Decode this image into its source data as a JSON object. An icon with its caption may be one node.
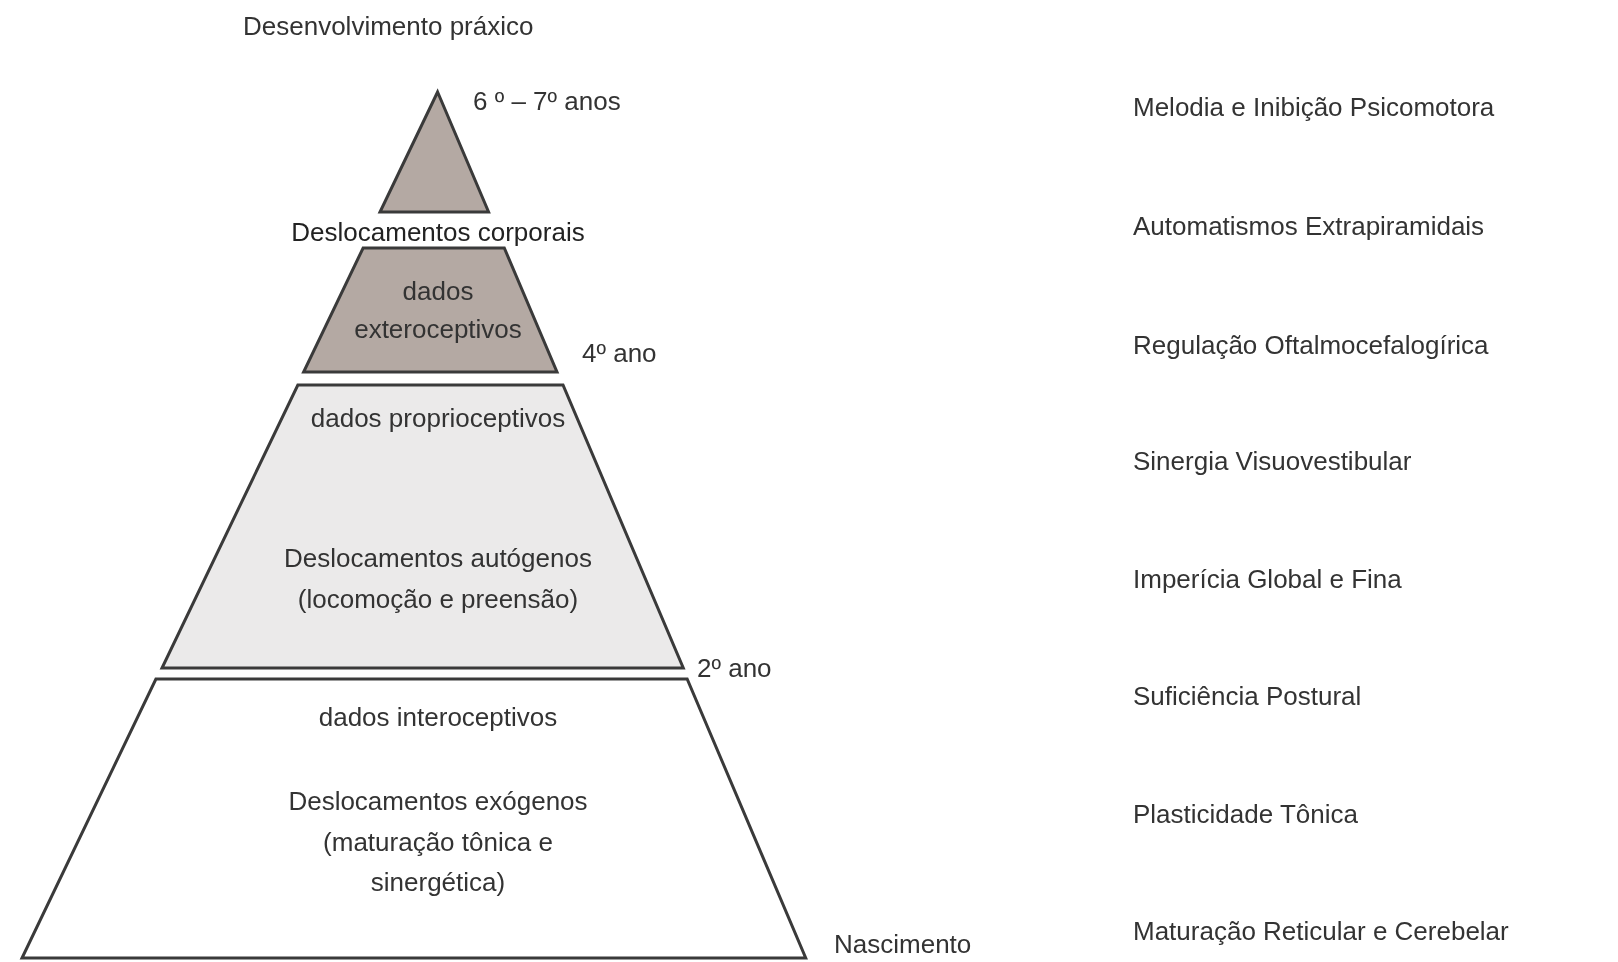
{
  "diagram": {
    "title": "Desenvolvimento práxico",
    "nodes": [
      {
        "text": [],
        "shape": "triangle",
        "beside": [
          "6 º – 7º anos"
        ]
      },
      {
        "text": [
          "Deslocamentos corporais",
          "dados exteroceptivos"
        ],
        "beside": [
          "4º ano"
        ]
      },
      {
        "text": [
          "dados proprioceptivos",
          "Deslocamentos autógenos",
          "(locomoção e preensão)"
        ],
        "beside": [
          "2º ano"
        ]
      },
      {
        "text": [
          "dados interoceptivos",
          "Deslocamentos exógenos",
          "(maturação tônica e sinergética)"
        ],
        "beside": [
          "Nascimento"
        ]
      }
    ],
    "labels": [
      "Melodia e Inibição Psicomotora",
      "Automatismos Extrapiramidais",
      "Regulação Oftalmocefalogírica",
      "Sinergia Visuovestibular",
      "Imperícia Global e Fina",
      "Suficiência Postural",
      "Plasticidade Tônica",
      "Maturação Reticular e Cerebelar"
    ]
  }
}
